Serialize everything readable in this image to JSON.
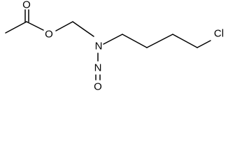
{
  "molecule": {
    "atoms": {
      "carbonyl_oxygen": "O",
      "ester_oxygen": "O",
      "amine_nitrogen": "N",
      "nitroso_nitrogen": "N",
      "nitroso_oxygen": "O",
      "chlorine": "Cl"
    }
  }
}
